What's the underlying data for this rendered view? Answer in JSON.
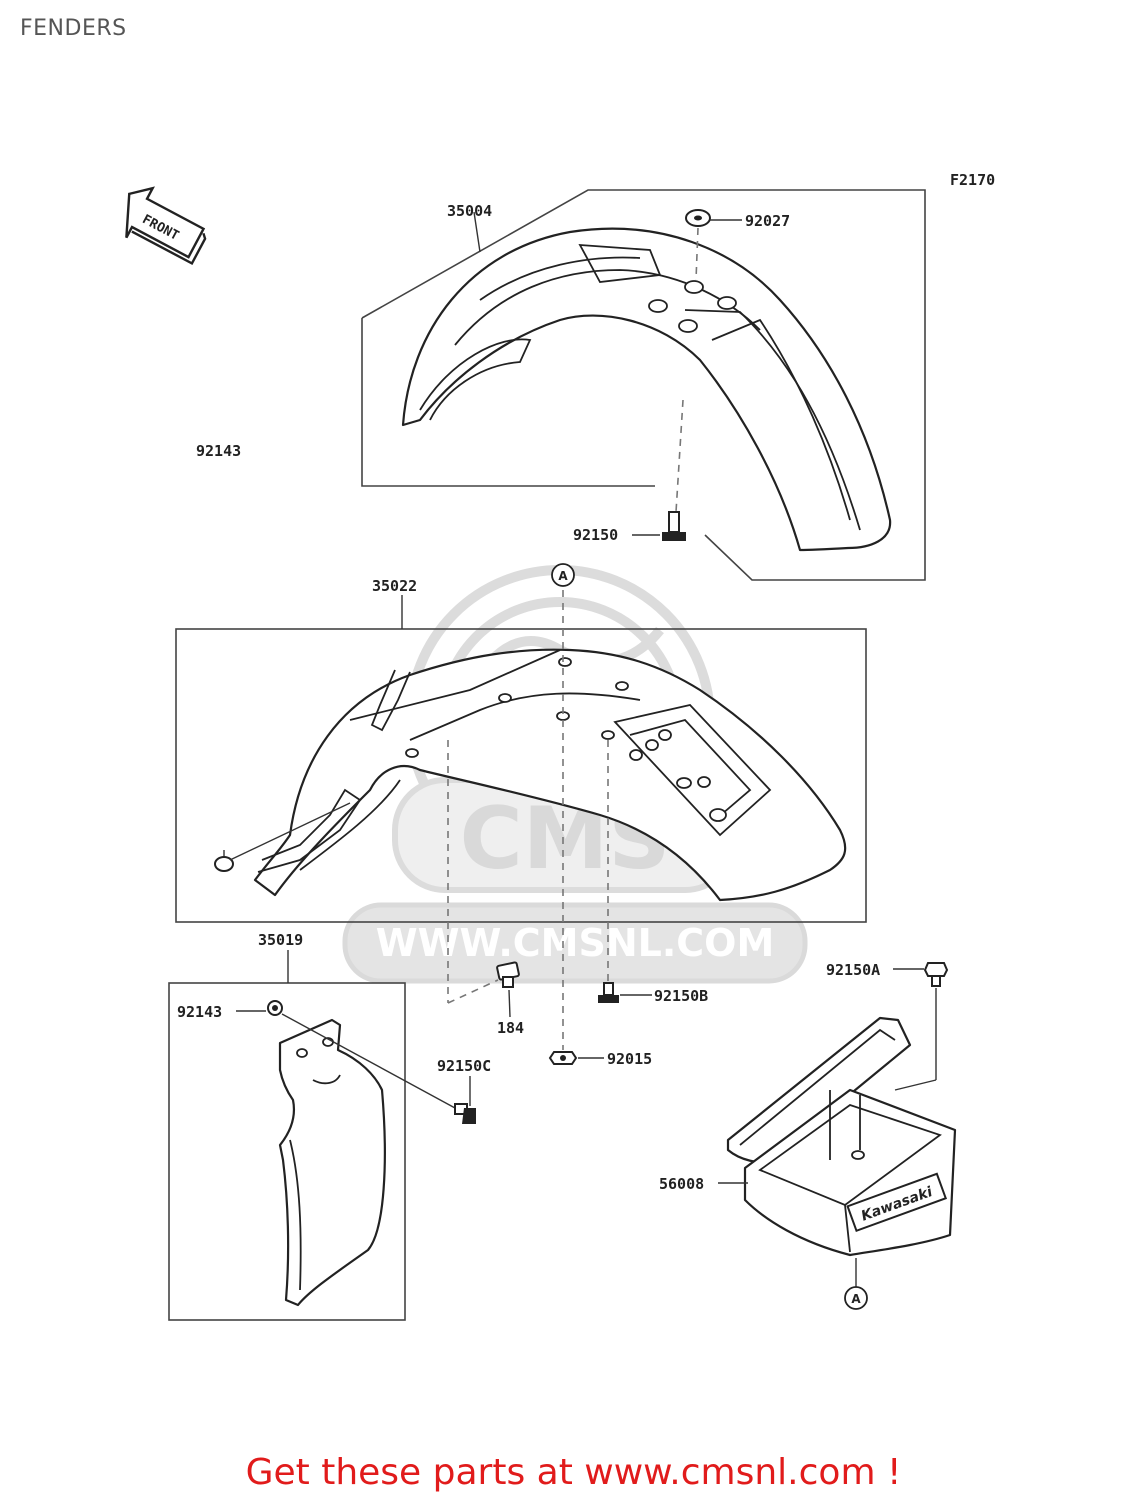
{
  "header": {
    "title": "FENDERS"
  },
  "diagram": {
    "figure_code": "F2170",
    "front_arrow_label": "FRONT",
    "reference_mark": "A",
    "parts": {
      "front_fender": "35004",
      "front_fender_washer": "92027",
      "front_fender_bolt": "92150",
      "rear_fender": "35022",
      "rear_fender_collar": "92143",
      "flap": "35019",
      "flap_collar": "92143",
      "bolt_184": "184",
      "bolt_92150b": "92150B",
      "bolt_92150c": "92150C",
      "nut_92015": "92015",
      "bolt_92150a": "92150A",
      "tool_case": "56008"
    },
    "tool_case_logo": "Kawasaki"
  },
  "watermark": {
    "brand": "CMS",
    "url": "WWW.CMSNL.COM"
  },
  "footer": {
    "text": "Get these parts at www.cmsnl.com !"
  },
  "colors": {
    "footer_red": "#e11b1b",
    "title_gray": "#555555",
    "line": "#222222",
    "watermark": "#d9d9d9"
  }
}
